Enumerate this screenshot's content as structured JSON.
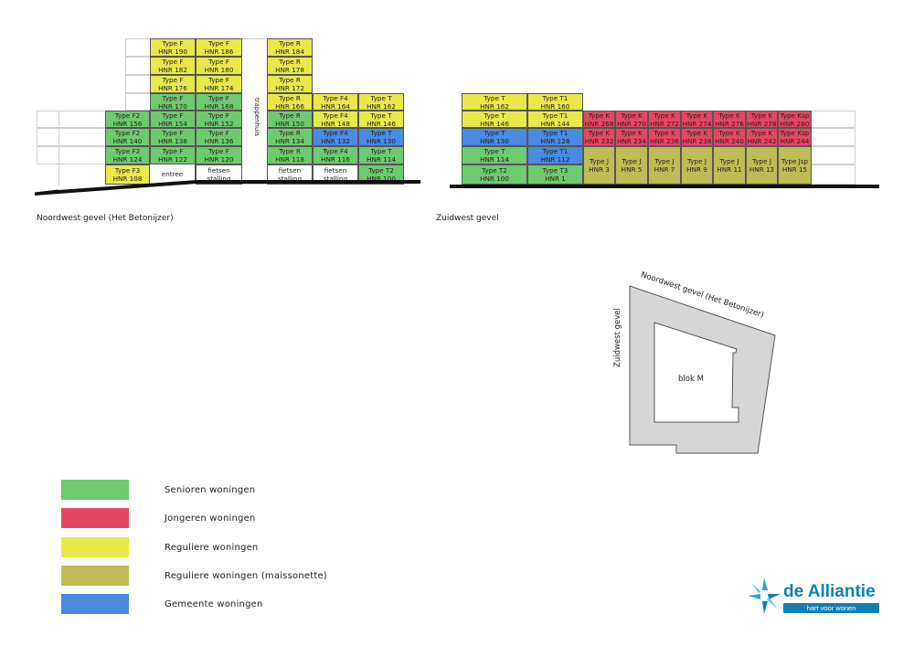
{
  "colors": {
    "senioren": "#6fc96f",
    "jongeren": "#e54762",
    "reguliere": "#e8e84a",
    "maisonnette": "#bdbc57",
    "gemeente": "#4a8ae0",
    "blank": "#ffffff"
  },
  "elevations": {
    "noordwest": {
      "caption": "Noordwest gevel (Het Betonijzer)",
      "stair_label": "trappenhuis",
      "cells": [
        {
          "t1": "Type F",
          "t2": "HNR 190",
          "c": "reguliere"
        },
        {
          "t1": "Type F",
          "t2": "HNR 186",
          "c": "reguliere"
        },
        {
          "t1": "Type R",
          "t2": "HNR 184",
          "c": "reguliere"
        },
        {
          "t1": "Type F",
          "t2": "HNR 182",
          "c": "reguliere"
        },
        {
          "t1": "Type F",
          "t2": "HNR 180",
          "c": "reguliere"
        },
        {
          "t1": "Type R",
          "t2": "HNR 178",
          "c": "reguliere"
        },
        {
          "t1": "Type F",
          "t2": "HNR 176",
          "c": "reguliere"
        },
        {
          "t1": "Type F",
          "t2": "HNR 174",
          "c": "reguliere"
        },
        {
          "t1": "Type R",
          "t2": "HNR 172",
          "c": "reguliere"
        },
        {
          "t1": "Type F",
          "t2": "HNR 170",
          "c": "senioren"
        },
        {
          "t1": "Type F",
          "t2": "HNR 168",
          "c": "senioren"
        },
        {
          "t1": "Type R",
          "t2": "HNR 166",
          "c": "reguliere"
        },
        {
          "t1": "Type F4",
          "t2": "HNR 164",
          "c": "reguliere"
        },
        {
          "t1": "Type T",
          "t2": "HNR 162",
          "c": "reguliere"
        },
        {
          "t1": "Type F2",
          "t2": "HNR 156",
          "c": "senioren"
        },
        {
          "t1": "Type F",
          "t2": "HNR 154",
          "c": "senioren"
        },
        {
          "t1": "Type F",
          "t2": "HNR 152",
          "c": "senioren"
        },
        {
          "t1": "Type R",
          "t2": "HNR 150",
          "c": "senioren"
        },
        {
          "t1": "Type F4",
          "t2": "HNR 148",
          "c": "reguliere"
        },
        {
          "t1": "Type T",
          "t2": "HNR 146",
          "c": "reguliere"
        },
        {
          "t1": "Type F2",
          "t2": "HNR 140",
          "c": "senioren"
        },
        {
          "t1": "Type F",
          "t2": "HNR 138",
          "c": "senioren"
        },
        {
          "t1": "Type F",
          "t2": "HNR 136",
          "c": "senioren"
        },
        {
          "t1": "Type R",
          "t2": "HNR 134",
          "c": "senioren"
        },
        {
          "t1": "Type F4",
          "t2": "HNR 132",
          "c": "gemeente"
        },
        {
          "t1": "Type T",
          "t2": "HNR 130",
          "c": "gemeente"
        },
        {
          "t1": "Type F2",
          "t2": "HNR 124",
          "c": "senioren"
        },
        {
          "t1": "Type F",
          "t2": "HNR 122",
          "c": "senioren"
        },
        {
          "t1": "Type F",
          "t2": "HNR 120",
          "c": "senioren"
        },
        {
          "t1": "Type R",
          "t2": "HNR 118",
          "c": "senioren"
        },
        {
          "t1": "Type F4",
          "t2": "HNR 116",
          "c": "senioren"
        },
        {
          "t1": "Type T",
          "t2": "HNR 114",
          "c": "senioren"
        },
        {
          "t1": "Type F3",
          "t2": "HNR 108",
          "c": "reguliere"
        },
        {
          "t1": "entree",
          "t2": "",
          "c": "blank"
        },
        {
          "t1": "fietsen",
          "t2": "stalling",
          "c": "blank"
        },
        {
          "t1": "fietsen",
          "t2": "stalling",
          "c": "blank"
        },
        {
          "t1": "fietsen",
          "t2": "stalling",
          "c": "blank"
        },
        {
          "t1": "Type T2",
          "t2": "HNR 100",
          "c": "senioren"
        }
      ]
    },
    "zuidwest": {
      "caption": "Zuidwest gevel",
      "cells": [
        {
          "t1": "Type T",
          "t2": "HNR 162",
          "c": "reguliere"
        },
        {
          "t1": "Type T1",
          "t2": "HNR 160",
          "c": "reguliere"
        },
        {
          "t1": "Type T",
          "t2": "HNR 146",
          "c": "reguliere"
        },
        {
          "t1": "Type T1",
          "t2": "HNR 144",
          "c": "reguliere"
        },
        {
          "t1": "Type K",
          "t2": "HNR 268",
          "c": "jongeren"
        },
        {
          "t1": "Type K",
          "t2": "HNR 270",
          "c": "jongeren"
        },
        {
          "t1": "Type K",
          "t2": "HNR 272",
          "c": "jongeren"
        },
        {
          "t1": "Type K",
          "t2": "HNR 274",
          "c": "jongeren"
        },
        {
          "t1": "Type K",
          "t2": "HNR 276",
          "c": "jongeren"
        },
        {
          "t1": "Type K",
          "t2": "HNR 278",
          "c": "jongeren"
        },
        {
          "t1": "Type Ksp",
          "t2": "HNR 280",
          "c": "jongeren"
        },
        {
          "t1": "Type T",
          "t2": "HNR 130",
          "c": "gemeente"
        },
        {
          "t1": "Type T1",
          "t2": "HNR 128",
          "c": "gemeente"
        },
        {
          "t1": "Type K",
          "t2": "HNR 232",
          "c": "jongeren"
        },
        {
          "t1": "Type K",
          "t2": "HNR 234",
          "c": "jongeren"
        },
        {
          "t1": "Type K",
          "t2": "HNR 236",
          "c": "jongeren"
        },
        {
          "t1": "Type K",
          "t2": "HNR 238",
          "c": "jongeren"
        },
        {
          "t1": "Type K",
          "t2": "HNR 240",
          "c": "jongeren"
        },
        {
          "t1": "Type K",
          "t2": "HNR 242",
          "c": "jongeren"
        },
        {
          "t1": "Type Ksp",
          "t2": "HNR 244",
          "c": "jongeren"
        },
        {
          "t1": "Type T",
          "t2": "HNR 114",
          "c": "senioren"
        },
        {
          "t1": "Type T1",
          "t2": "HNR 112",
          "c": "gemeente"
        },
        {
          "t1": "Type J",
          "t2": "HNR 3",
          "c": "maisonnette"
        },
        {
          "t1": "Type J",
          "t2": "HNR 5",
          "c": "maisonnette"
        },
        {
          "t1": "Type J",
          "t2": "HNR 7",
          "c": "maisonnette"
        },
        {
          "t1": "Type J",
          "t2": "HNR 9",
          "c": "maisonnette"
        },
        {
          "t1": "Type J",
          "t2": "HNR 11",
          "c": "maisonnette"
        },
        {
          "t1": "Type J",
          "t2": "HNR 13",
          "c": "maisonnette"
        },
        {
          "t1": "Type Jsp",
          "t2": "HNR 15",
          "c": "maisonnette"
        },
        {
          "t1": "Type T2",
          "t2": "HNR 100",
          "c": "senioren"
        },
        {
          "t1": "Type T3",
          "t2": "HNR 1",
          "c": "senioren"
        }
      ]
    }
  },
  "site_plan": {
    "label_nw": "Noordwest gevel (Het Betonijzer)",
    "label_zw": "Zuidwest gevel",
    "block_label": "blok M"
  },
  "legend": [
    {
      "label": "Senioren woningen",
      "c": "senioren"
    },
    {
      "label": "Jongeren woningen",
      "c": "jongeren"
    },
    {
      "label": "Reguliere woningen",
      "c": "reguliere"
    },
    {
      "label": "Reguliere woningen (maissonette)",
      "c": "maisonnette"
    },
    {
      "label": "Gemeente woningen",
      "c": "gemeente"
    }
  ],
  "logo": {
    "name": "de Alliantie",
    "tagline": "hart voor wonen"
  }
}
